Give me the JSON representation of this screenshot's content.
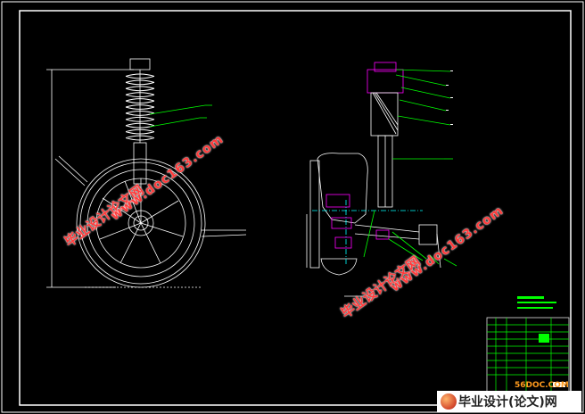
{
  "watermarks": [
    {
      "cn": "毕业设计论文网",
      "url": "www.doc163.com"
    },
    {
      "cn": "毕业设计论文网",
      "url": "www.doc163.com"
    }
  ],
  "footer": {
    "site": "56DOC.COM",
    "text": "毕业设计(论文)网"
  },
  "colors": {
    "background": "#000000",
    "frame": "#ffffff",
    "drawing": "#ffffff",
    "spring": "#ffffff",
    "leader": "#00ff00",
    "magenta": "#ff00ff",
    "cyan": "#00ffff",
    "title_block": "#00ff00",
    "watermark": "#ff3b3b"
  }
}
